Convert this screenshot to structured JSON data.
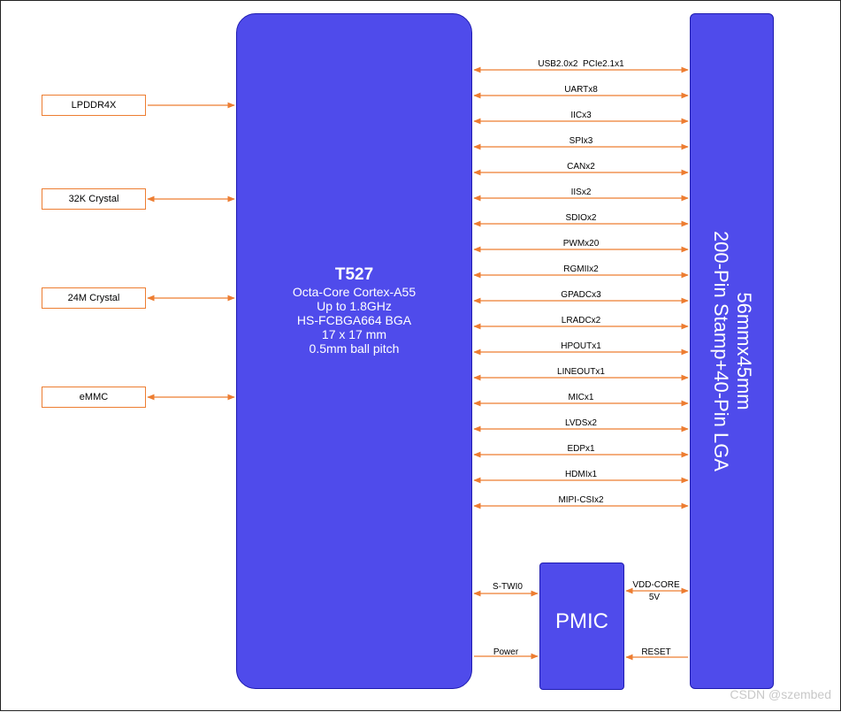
{
  "soc": {
    "title": "T527",
    "lines": [
      "Octa-Core Cortex-A55",
      "Up to 1.8GHz",
      "HS-FCBGA664 BGA",
      "17 x 17 mm",
      "0.5mm ball pitch"
    ]
  },
  "module": {
    "line1": "56mmx45mm",
    "line2": "200-Pin Stamp+40-Pin LGA"
  },
  "pmic": {
    "label": "PMIC"
  },
  "left_peripherals": [
    {
      "label": "LPDDR4X",
      "direction": "to-soc"
    },
    {
      "label": "32K Crystal",
      "direction": "both"
    },
    {
      "label": "24M Crystal",
      "direction": "both"
    },
    {
      "label": "eMMC",
      "direction": "both"
    }
  ],
  "interfaces": [
    "USB2.0x2  PCIe2.1x1",
    "UARTx8",
    "IICx3",
    "SPIx3",
    "CANx2",
    "IISx2",
    "SDIOx2",
    "PWMx20",
    "RGMIIx2",
    "GPADCx3",
    "LRADCx2",
    "HPOUTx1",
    "LINEOUTx1",
    "MICx1",
    "LVDSx2",
    "EDPx1",
    "HDMIx1",
    "MIPI-CSIx2"
  ],
  "pmic_links": {
    "soc_side": [
      "S-TWI0",
      "Power"
    ],
    "module_side": [
      [
        "VDD-CORE",
        "5V"
      ],
      [
        "RESET"
      ]
    ]
  },
  "colors": {
    "block": "#4F4BEB",
    "arrow": "#ED7D31"
  },
  "watermark": "CSDN @szembed"
}
